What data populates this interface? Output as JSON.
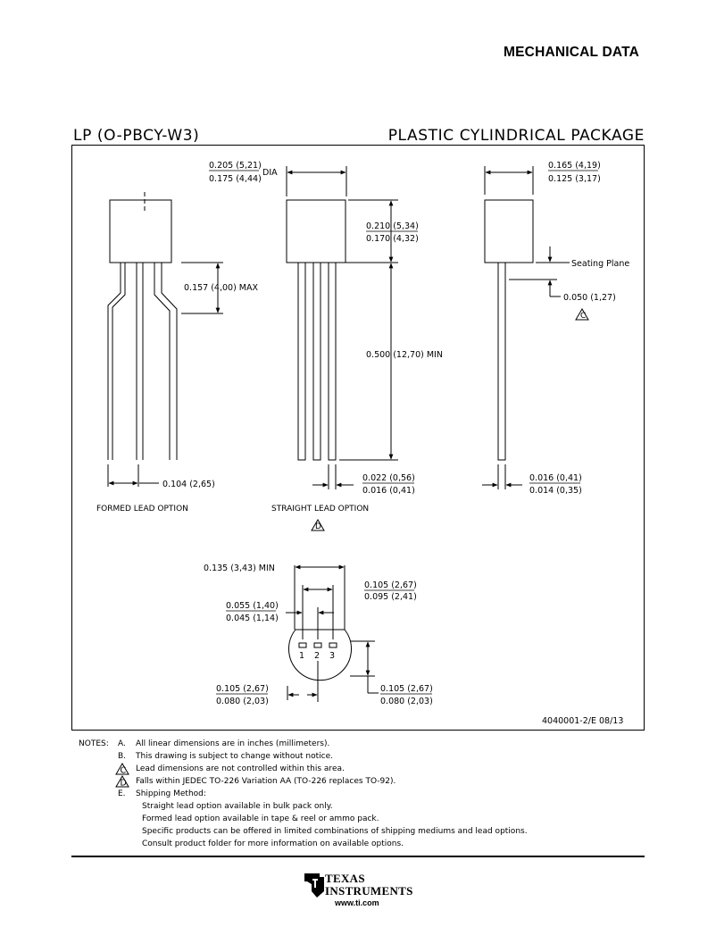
{
  "header": {
    "title": "MECHANICAL DATA"
  },
  "package": {
    "code": "LP (O-PBCY-W3)",
    "name": "PLASTIC CYLINDRICAL PACKAGE"
  },
  "dimensions": {
    "dia_max": "0.205 (5,21)",
    "dia_min": "0.175 (4,44)",
    "dia_suffix": "DIA",
    "width_max": "0.165 (4,19)",
    "width_min": "0.125 (3,17)",
    "body_max": "0.210 (5,34)",
    "body_min": "0.170 (4,32)",
    "formed_max": "0.157 (4,00) MAX",
    "seating_plane": "Seating Plane",
    "seating_offset": "0.050 (1,27)",
    "lead_length": "0.500 (12,70) MIN",
    "formed_pitch": "0.104 (2,65)",
    "lead_w_max": "0.022 (0,56)",
    "lead_w_min": "0.016 (0,41)",
    "lead_t_max": "0.016 (0,41)",
    "lead_t_min": "0.014 (0,35)",
    "flat_min": "0.135 (3,43) MIN",
    "pitch2_max": "0.105 (2,67)",
    "pitch2_min": "0.095 (2,41)",
    "pitch_max": "0.055 (1,40)",
    "pitch_min": "0.045 (1,14)",
    "bl_max": "0.105 (2,67)",
    "bl_min": "0.080 (2,03)",
    "br_max": "0.105 (2,67)",
    "br_min": "0.080 (2,03)"
  },
  "captions": {
    "formed": "FORMED LEAD OPTION",
    "straight": "STRAIGHT LEAD OPTION"
  },
  "note_marks": {
    "c": "C",
    "d": "D"
  },
  "pins": [
    "1",
    "2",
    "3"
  ],
  "drawing_id": "4040001-2/E  08/13",
  "notes": {
    "label": "NOTES:",
    "a_letter": "A.",
    "a": "All linear dimensions are in inches (millimeters).",
    "b_letter": "B.",
    "b": "This drawing is subject to change without notice.",
    "c": "Lead dimensions are not controlled within this area.",
    "d": "Falls within JEDEC TO-226 Variation AA (TO-226 replaces TO-92).",
    "e_letter": "E.",
    "e": "Shipping Method:",
    "e1": "Straight lead option available in bulk pack only.",
    "e2": "Formed lead option available in tape & reel or ammo pack.",
    "e3": "Specific products can be offered in limited combinations of shipping mediums and lead options.",
    "e4": "Consult product folder for more information on available options."
  },
  "footer": {
    "logo_line1": "TEXAS",
    "logo_line2": "INSTRUMENTS",
    "url": "www.ti.com"
  }
}
